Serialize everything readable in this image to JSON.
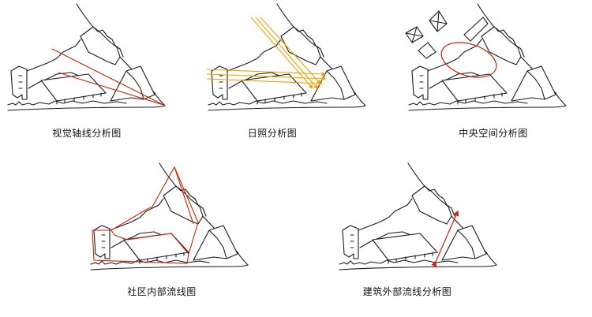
{
  "panels": [
    {
      "caption": "视觉轴线分析图"
    },
    {
      "caption": "日照分析图"
    },
    {
      "caption": "中央空间分析图"
    },
    {
      "caption": "社区内部流线图"
    },
    {
      "caption": "建筑外部流线分析图"
    }
  ],
  "colors": {
    "ink": "#1a1a1a",
    "axis_line": "#cc2200",
    "sun_ray": "#f0a000",
    "flow_line": "#cc2200"
  }
}
